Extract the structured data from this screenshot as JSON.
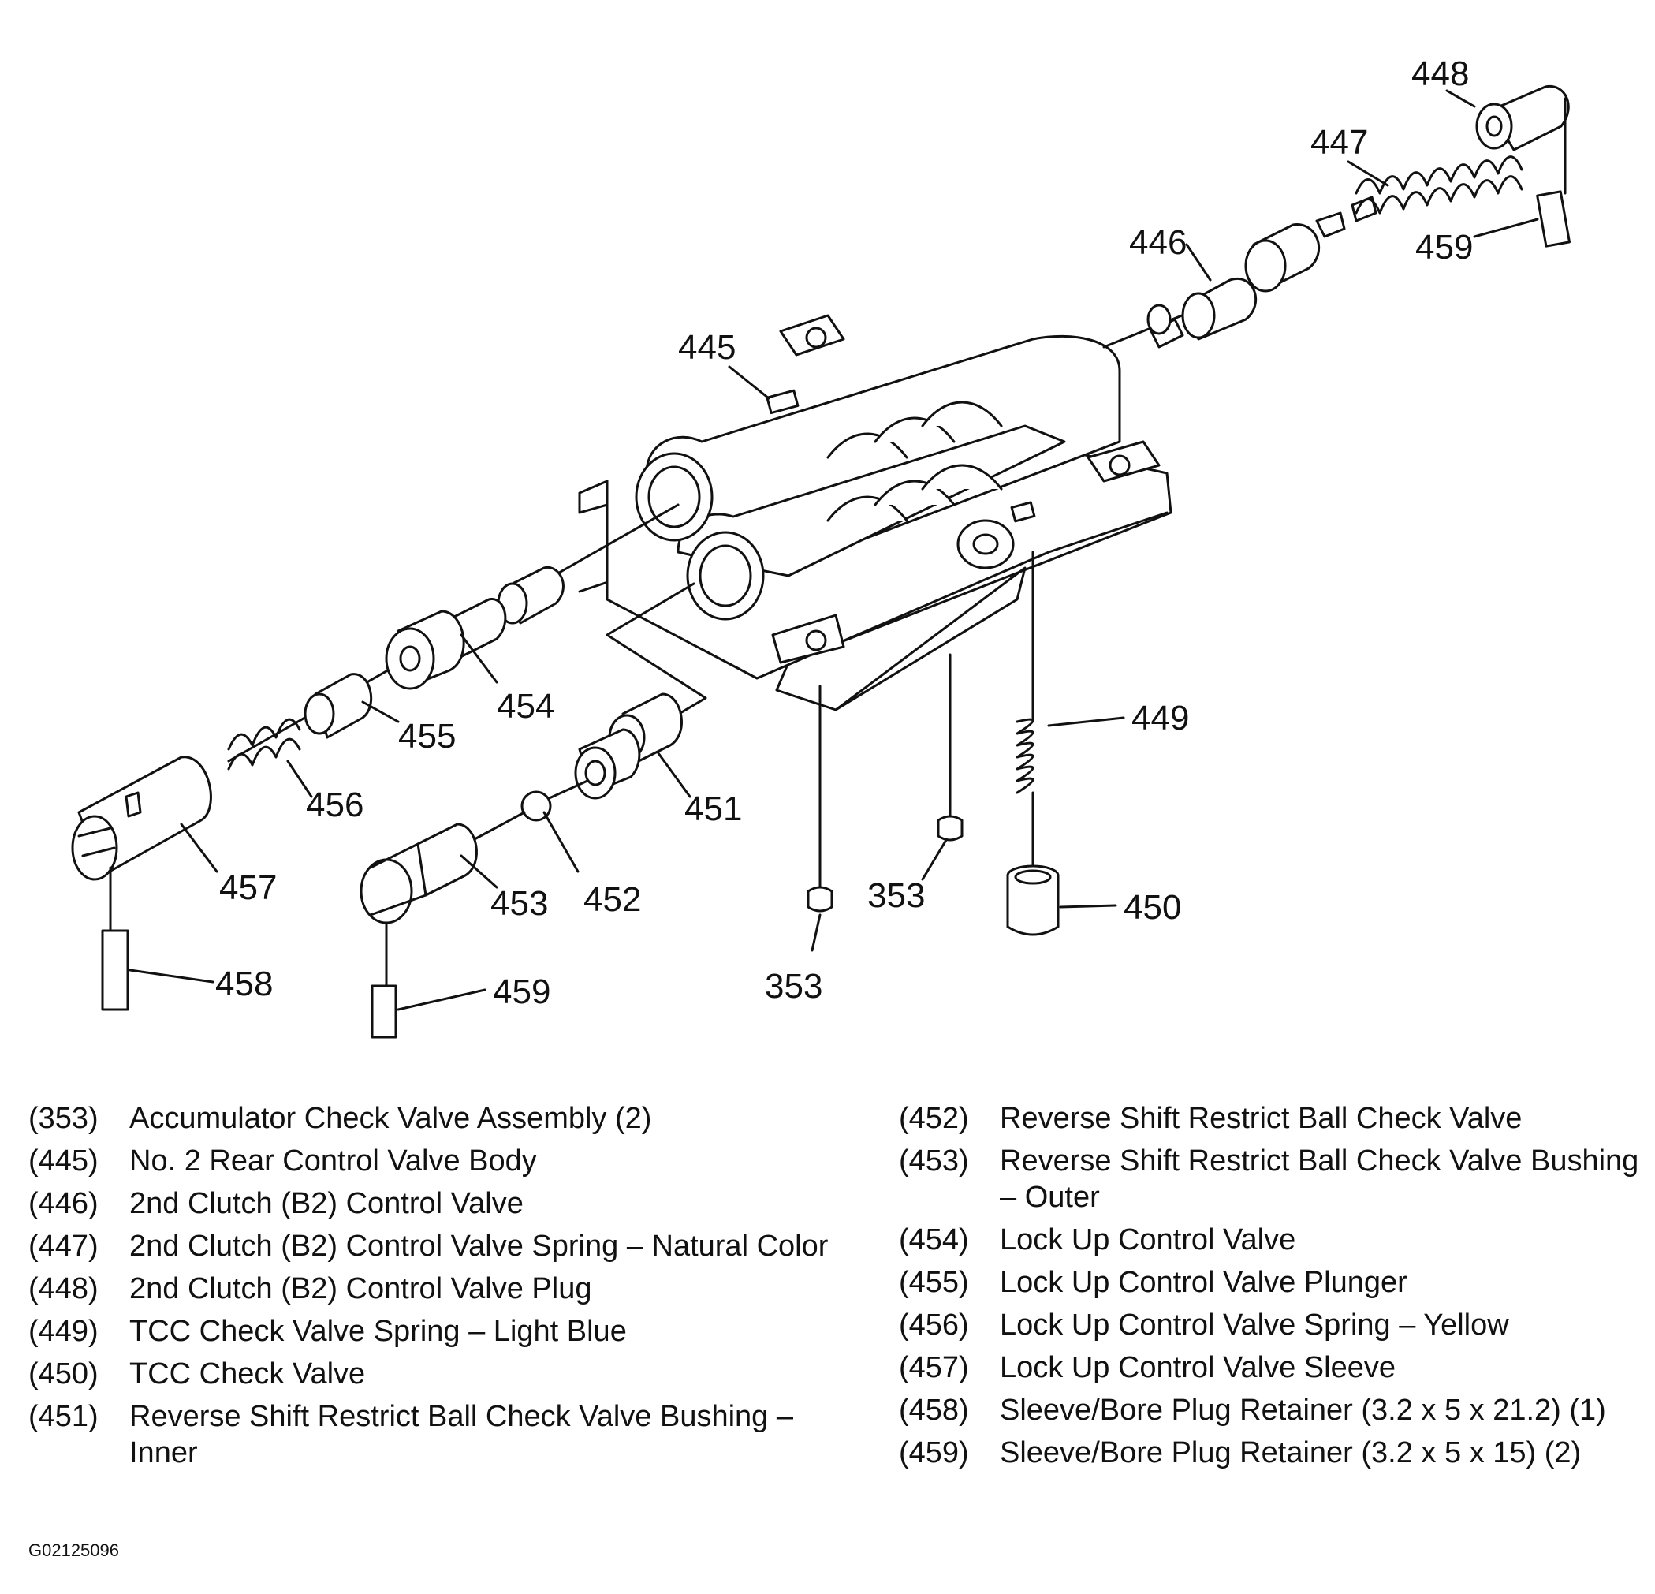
{
  "callouts": {
    "c445": "445",
    "c446": "446",
    "c447": "447",
    "c448": "448",
    "c449": "449",
    "c450": "450",
    "c451": "451",
    "c452": "452",
    "c453": "453",
    "c454": "454",
    "c455": "455",
    "c456": "456",
    "c457": "457",
    "c458": "458",
    "c459a": "459",
    "c459b": "459",
    "c353a": "353",
    "c353b": "353"
  },
  "legend_left": [
    {
      "num": "(353)",
      "desc": "Accumulator Check Valve Assembly (2)"
    },
    {
      "num": "(445)",
      "desc": "No. 2 Rear Control Valve Body"
    },
    {
      "num": "(446)",
      "desc": "2nd Clutch (B2) Control Valve"
    },
    {
      "num": "(447)",
      "desc": "2nd Clutch (B2) Control Valve Spring – Natural Color"
    },
    {
      "num": "(448)",
      "desc": "2nd Clutch (B2) Control Valve Plug"
    },
    {
      "num": "(449)",
      "desc": "TCC Check Valve Spring – Light Blue"
    },
    {
      "num": "(450)",
      "desc": "TCC Check Valve"
    },
    {
      "num": "(451)",
      "desc": "Reverse Shift Restrict Ball Check Valve Bushing – Inner"
    }
  ],
  "legend_right": [
    {
      "num": "(452)",
      "desc": "Reverse Shift Restrict Ball Check Valve"
    },
    {
      "num": "(453)",
      "desc": "Reverse Shift Restrict Ball Check Valve Bushing – Outer"
    },
    {
      "num": "(454)",
      "desc": "Lock Up Control Valve"
    },
    {
      "num": "(455)",
      "desc": "Lock Up Control Valve Plunger"
    },
    {
      "num": "(456)",
      "desc": "Lock Up Control Valve Spring – Yellow"
    },
    {
      "num": "(457)",
      "desc": "Lock Up Control Valve Sleeve"
    },
    {
      "num": "(458)",
      "desc": "Sleeve/Bore Plug Retainer (3.2 x 5 x 21.2) (1)"
    },
    {
      "num": "(459)",
      "desc": "Sleeve/Bore Plug Retainer (3.2 x 5 x 15) (2)"
    }
  ],
  "figure_id": "G02125096"
}
